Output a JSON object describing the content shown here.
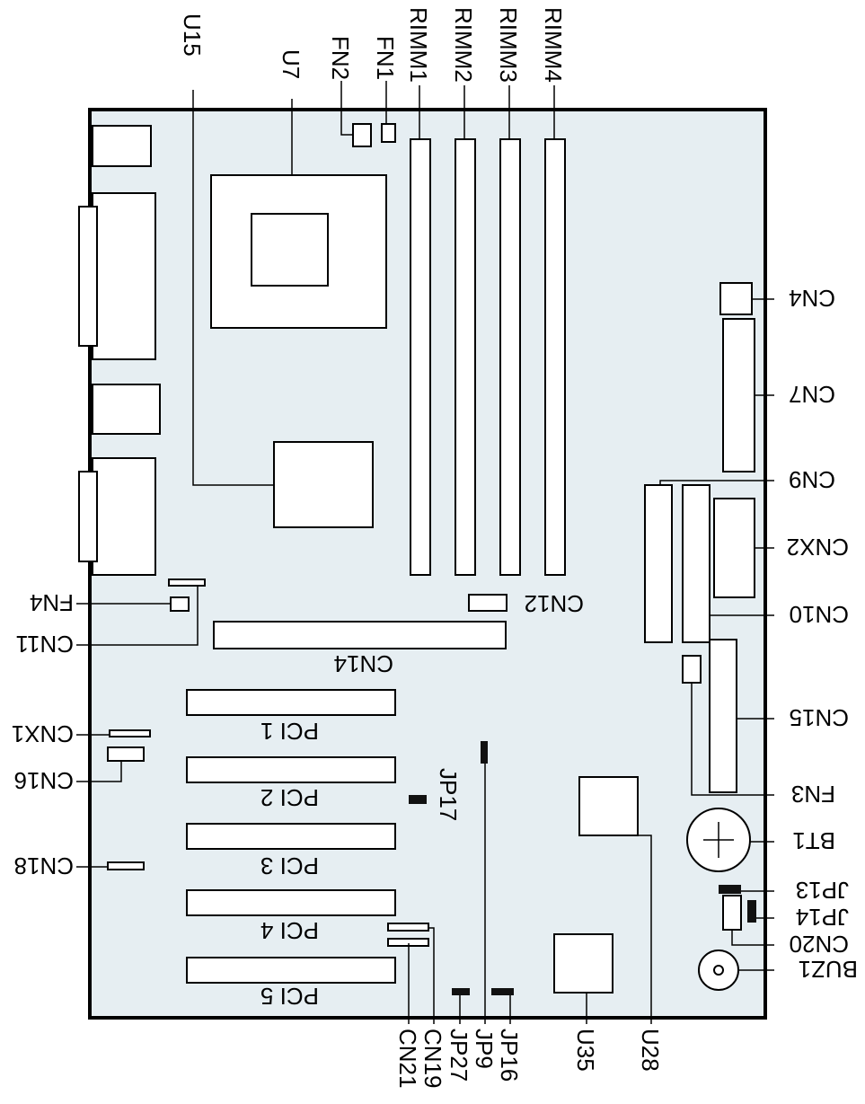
{
  "colors": {
    "board": "#e6eef2",
    "outline": "#000000",
    "component": "#ffffff"
  },
  "labels": {
    "top": [
      "U15",
      "U7",
      "FN2",
      "FN1",
      "RIMM1",
      "RIMM2",
      "RIMM3",
      "RIMM4"
    ],
    "bottom": [
      "CN21",
      "CN19",
      "JP27",
      "JP9",
      "JP16",
      "U35",
      "U28"
    ],
    "right": [
      "CN4",
      "CN7",
      "CN9",
      "CNX2",
      "CN10",
      "CN15",
      "FN3",
      "BT1",
      "JP13",
      "JP14",
      "CN20",
      "BUZ1"
    ],
    "left": [
      "FN4",
      "CN11",
      "CNX1",
      "CN16",
      "CN18"
    ],
    "board": {
      "cn14": "CN14",
      "cn12": "CN12",
      "jp17": "JP17",
      "pci": [
        "PCI 1",
        "PCI 2",
        "PCI 3",
        "PCI 4",
        "PCI 5"
      ]
    }
  }
}
